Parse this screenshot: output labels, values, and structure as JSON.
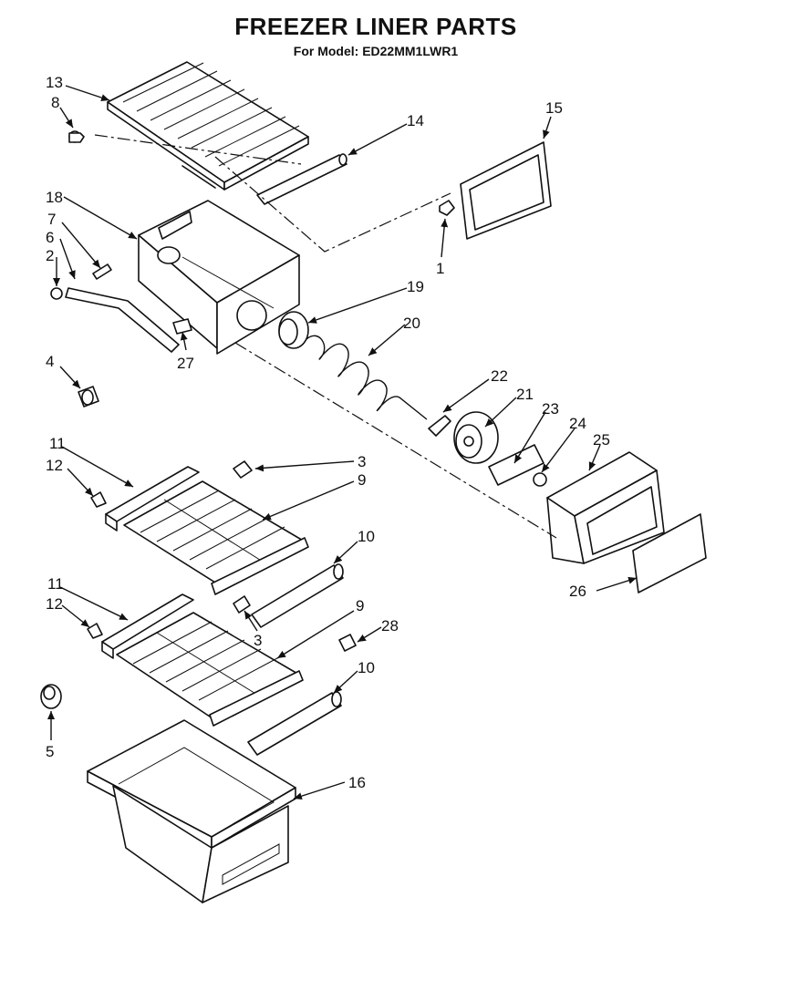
{
  "title": "FREEZER LINER PARTS",
  "subtitle": "For Model: ED22MM1LWR1",
  "callouts": {
    "c1": "1",
    "c2": "2",
    "c3a": "3",
    "c3b": "3",
    "c4": "4",
    "c5": "5",
    "c6": "6",
    "c7": "7",
    "c8": "8",
    "c9a": "9",
    "c9b": "9",
    "c10a": "10",
    "c10b": "10",
    "c11a": "11",
    "c11b": "11",
    "c12a": "12",
    "c12b": "12",
    "c13": "13",
    "c14": "14",
    "c15": "15",
    "c16": "16",
    "c18": "18",
    "c19": "19",
    "c20": "20",
    "c21": "21",
    "c22": "22",
    "c23": "23",
    "c24": "24",
    "c25": "25",
    "c26": "26",
    "c27": "27",
    "c28": "28"
  }
}
